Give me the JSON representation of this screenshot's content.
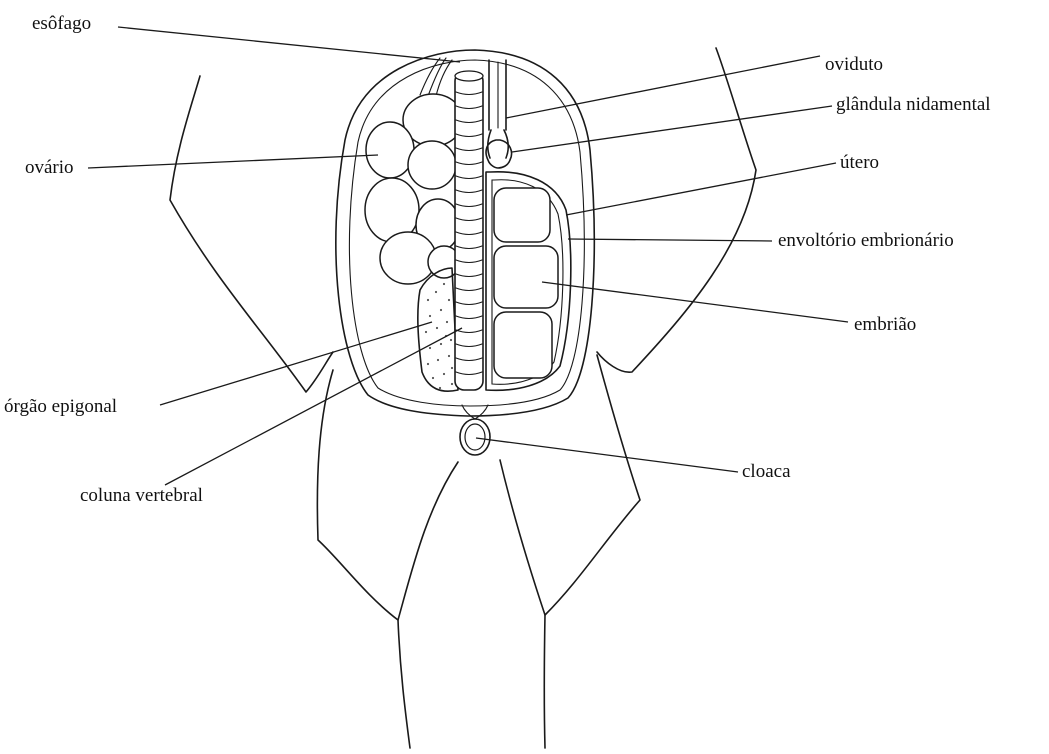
{
  "labels": {
    "esofago": "esôfago",
    "oviduto": "oviduto",
    "glandula_nidamental": "glândula nidamental",
    "ovario": "ovário",
    "utero": "útero",
    "envoltorio": "envoltório embrionário",
    "embriao": "embrião",
    "orgao_epigonal": "órgão epigonal",
    "coluna_vertebral": "coluna vertebral",
    "cloaca": "cloaca"
  }
}
